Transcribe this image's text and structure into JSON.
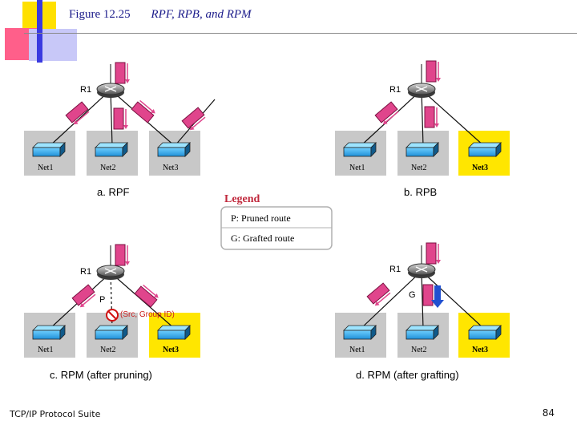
{
  "header": {
    "figure_number": "Figure 12.25",
    "figure_title": "RPF, RPB, and RPM"
  },
  "panels": {
    "a": {
      "caption": "a. RPF",
      "router": "R1",
      "networks": [
        "Net1",
        "Net2",
        "Net3"
      ]
    },
    "b": {
      "caption": "b. RPB",
      "router": "R1",
      "networks": [
        "Net1",
        "Net2",
        "Net3"
      ]
    },
    "c": {
      "caption": "c. RPM (after pruning)",
      "router": "R1",
      "networks": [
        "Net1",
        "Net2",
        "Net3"
      ],
      "prune_label": "P",
      "prune_message": "(Src, Group ID)"
    },
    "d": {
      "caption": "d. RPM (after grafting)",
      "router": "R1",
      "networks": [
        "Net1",
        "Net2",
        "Net3"
      ],
      "graft_label": "G"
    }
  },
  "legend": {
    "title": "Legend",
    "items": [
      "P:  Pruned route",
      "G:  Grafted route"
    ]
  },
  "footer": {
    "left": "TCP/IP Protocol Suite",
    "page_number": "84"
  },
  "colors": {
    "title_text": "#1a1a8a",
    "network_box": "#c8c8c8",
    "highlight_box": "#ffe600",
    "arrow_fill": "#e0458c",
    "arrow_stroke": "#7a1040",
    "legend_title": "#c0283c",
    "graft_arrow": "#2050d0",
    "deco_yellow": "#ffe000",
    "deco_pink": "#ff5f8a",
    "deco_blue": "#3a3ae0"
  }
}
